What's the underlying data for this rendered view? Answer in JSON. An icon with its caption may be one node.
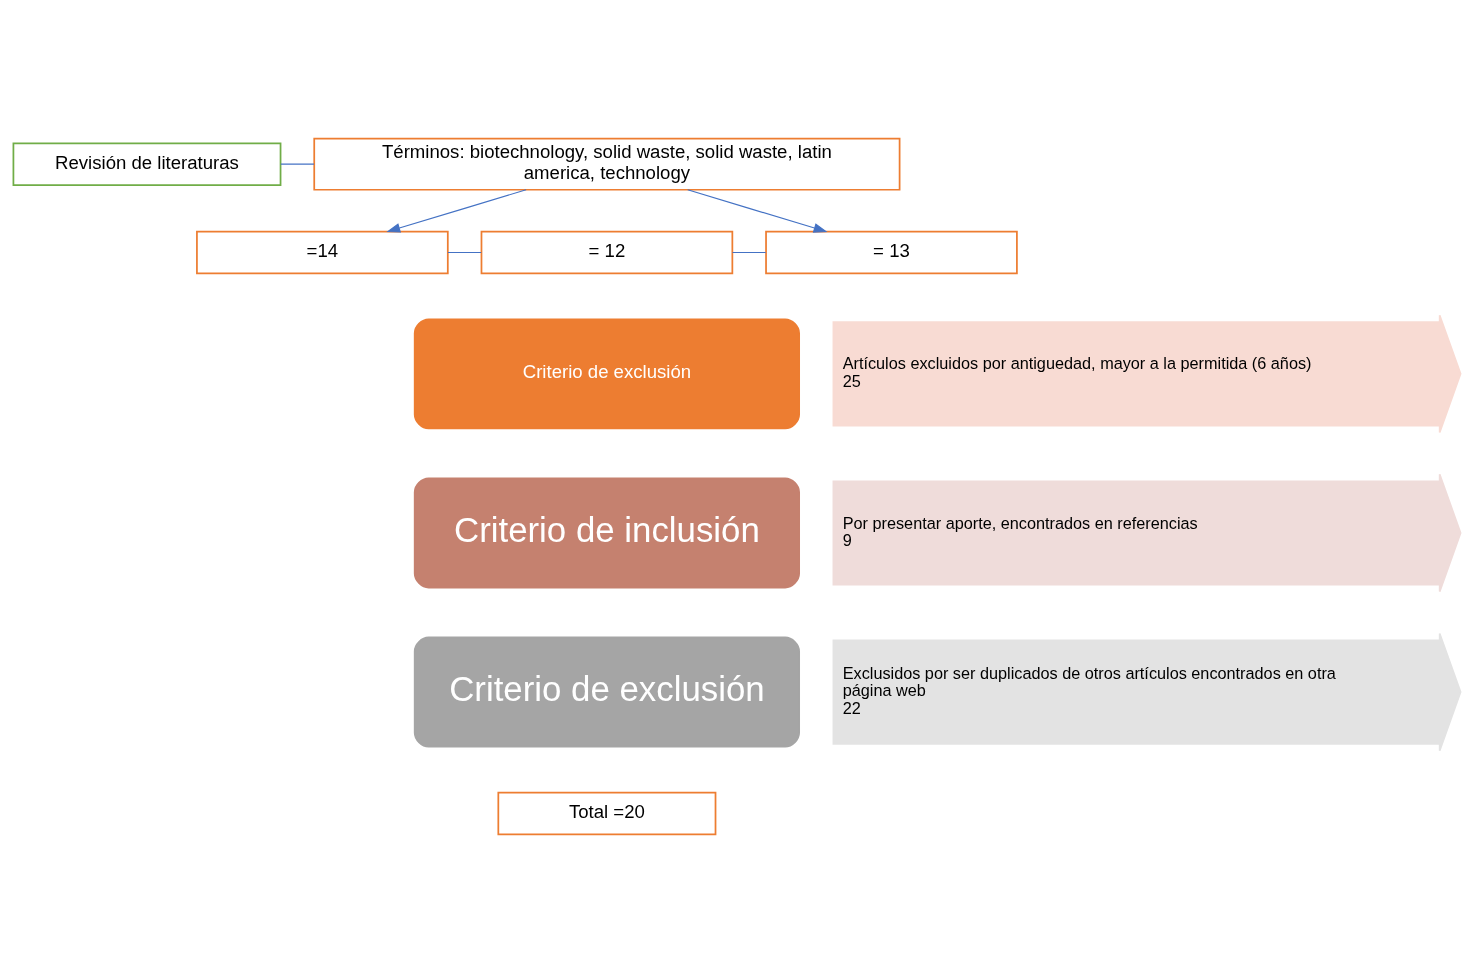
{
  "diagram": {
    "nodes": [
      {
        "text": [
          "Revisión de literaturas"
        ]
      },
      {
        "text": [
          "Términos: biotechnology, solid waste, solid waste, latin america, technology"
        ]
      },
      {
        "text": [
          "=14"
        ]
      },
      {
        "text": [
          "= 12"
        ]
      },
      {
        "text": [
          "= 13"
        ]
      },
      {
        "text": [
          "Criterio de exclusión"
        ]
      },
      {
        "text": [
          "Artículos excluidos por antiguedad, mayor a la permitida (6 años)",
          "25"
        ]
      },
      {
        "text": [
          "Criterio de inclusión"
        ]
      },
      {
        "text": [
          "Por presentar aporte, encontrados en referencias",
          "9"
        ]
      },
      {
        "text": [
          "Criterio de exclusión"
        ]
      },
      {
        "text": [
          "Exclusidos por ser duplicados de otros artículos encontrados en otra página web",
          "22"
        ]
      },
      {
        "text": [
          "Total =20"
        ]
      }
    ],
    "edges": [
      {
        "from": 0,
        "to": 1,
        "arrow": "none"
      },
      {
        "from": 1,
        "to": 2,
        "arrow": "to"
      },
      {
        "from": 1,
        "to": 4,
        "arrow": "to"
      },
      {
        "from": 2,
        "to": 3,
        "arrow": "none"
      },
      {
        "from": 3,
        "to": 4,
        "arrow": "none"
      }
    ]
  }
}
